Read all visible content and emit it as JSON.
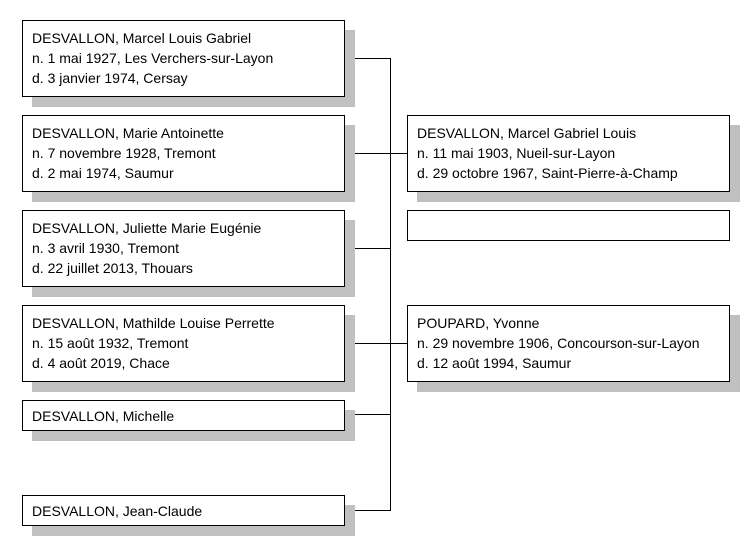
{
  "children": [
    {
      "name": "DESVALLON, Marcel Louis Gabriel",
      "birth": "n. 1 mai 1927, Les Verchers-sur-Layon",
      "death": "d. 3 janvier 1974, Cersay"
    },
    {
      "name": "DESVALLON, Marie Antoinette",
      "birth": "n. 7 novembre 1928, Tremont",
      "death": "d. 2 mai 1974, Saumur"
    },
    {
      "name": "DESVALLON, Juliette Marie Eugénie",
      "birth": "n. 3 avril 1930, Tremont",
      "death": "d. 22 juillet 2013, Thouars"
    },
    {
      "name": "DESVALLON, Mathilde Louise Perrette",
      "birth": "n. 15 août 1932, Tremont",
      "death": "d. 4 août 2019, Chace"
    },
    {
      "name": "DESVALLON, Michelle"
    },
    {
      "name": "DESVALLON, Jean-Claude"
    }
  ],
  "parents": {
    "father": {
      "name": "DESVALLON, Marcel Gabriel Louis",
      "birth": "n. 11 mai 1903, Nueil-sur-Layon",
      "death": "d. 29 octobre 1967, Saint-Pierre-à-Champ"
    },
    "spacer": {},
    "mother": {
      "name": "POUPARD, Yvonne",
      "birth": "n. 29 novembre 1906, Concourson-sur-Layon",
      "death": "d. 12 août 1994, Saumur"
    }
  }
}
